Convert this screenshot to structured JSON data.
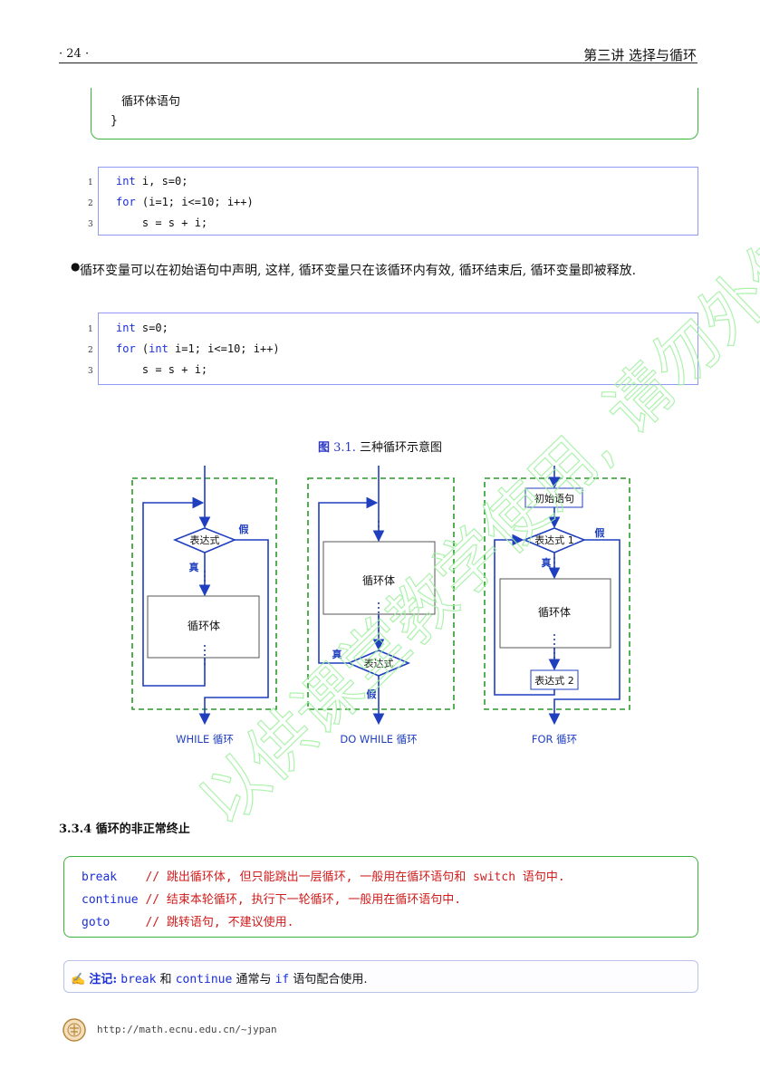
{
  "header": {
    "page_number": "· 24 ·",
    "chapter_title": "第三讲  选择与循环"
  },
  "loop_syntax_tail": {
    "line1": "循环体语句",
    "line2": "}"
  },
  "code_block_1": {
    "lines": [
      {
        "num": "1",
        "kw": "int",
        "rest": " i, s=0;"
      },
      {
        "num": "2",
        "kw": "for",
        "rest": " (i=1; i<=10; i++)"
      },
      {
        "num": "3",
        "kw": "",
        "rest": "    s = s + i;"
      }
    ]
  },
  "bullet": {
    "text": "循环变量可以在初始语句中声明, 这样, 循环变量只在该循环内有效, 循环结束后, 循环变量即被释放."
  },
  "code_block_2": {
    "lines": [
      {
        "num": "1",
        "kw": "int",
        "rest": " s=0;"
      },
      {
        "num": "2",
        "kw": "for",
        "pre": " (",
        "kw2": "int",
        "rest": " i=1; i<=10; i++)"
      },
      {
        "num": "3",
        "kw": "",
        "rest": "    s = s + i;"
      }
    ]
  },
  "figure": {
    "label": "图",
    "number": "3.1.",
    "title": "三种循环示意图",
    "while": {
      "condition": "表达式",
      "true_label": "真",
      "false_label": "假",
      "body": "循环体",
      "caption": "WHILE 循环"
    },
    "do_while": {
      "body": "循环体",
      "condition": "表达式",
      "true_label": "真",
      "false_label": "假",
      "caption": "DO WHILE 循环"
    },
    "for": {
      "init": "初始语句",
      "condition": "表达式 1",
      "true_label": "真",
      "false_label": "假",
      "body": "循环体",
      "update": "表达式 2",
      "caption": "FOR 循环"
    }
  },
  "section": {
    "title": "3.3.4   循环的非正常终止"
  },
  "control_statements": [
    {
      "name": "break",
      "pad": "    ",
      "comment": "// 跳出循环体, 但只能跳出一层循环, 一般用在循环语句和 switch 语句中."
    },
    {
      "name": "continue",
      "pad": " ",
      "comment": "// 结束本轮循环, 执行下一轮循环, 一般用在循环语句中."
    },
    {
      "name": "goto",
      "pad": "     ",
      "comment": "// 跳转语句, 不建议使用."
    }
  ],
  "note": {
    "label": "注记:",
    "part1": " ",
    "break_kw": "break",
    "and": " 和 ",
    "continue_kw": "continue",
    "mid": " 通常与 ",
    "if_kw": "if",
    "end": " 语句配合使用."
  },
  "footer": {
    "url": "http://math.ecnu.edu.cn/~jypan"
  },
  "watermark": {
    "text": "以供课堂教学使用, 请勿外传"
  },
  "colors": {
    "accent_blue": "#1a2fd6",
    "box_green": "#3cb43c",
    "comment_red": "#d01c1c",
    "diagram_blue": "#1f3fbf",
    "diagram_green": "#2a9a2a",
    "watermark_green": "#9ef09e"
  }
}
